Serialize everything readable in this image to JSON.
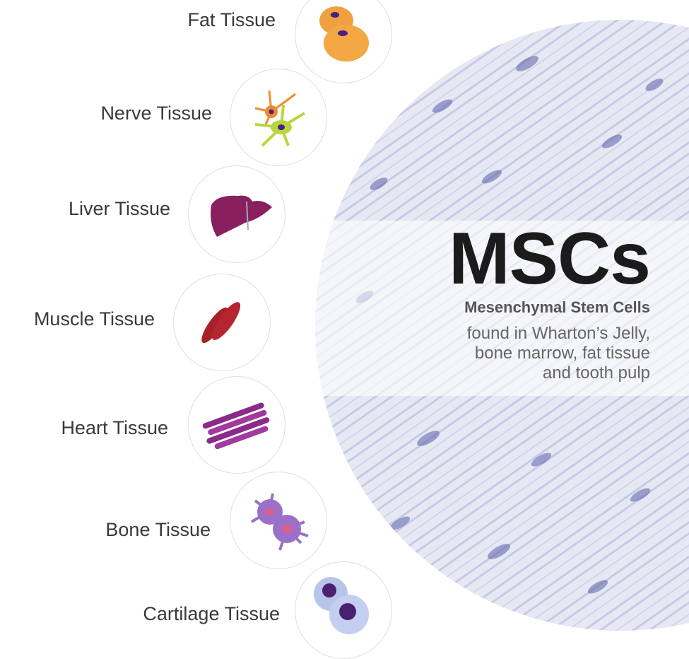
{
  "tissues": [
    {
      "label": "Fat Tissue",
      "icon": "fat-cell-icon"
    },
    {
      "label": "Nerve Tissue",
      "icon": "neuron-icon"
    },
    {
      "label": "Liver Tissue",
      "icon": "liver-icon"
    },
    {
      "label": "Muscle Tissue",
      "icon": "muscle-icon"
    },
    {
      "label": "Heart Tissue",
      "icon": "heart-muscle-icon"
    },
    {
      "label": "Bone Tissue",
      "icon": "bone-cell-icon"
    },
    {
      "label": "Cartilage Tissue",
      "icon": "cartilage-cell-icon"
    }
  ],
  "main": {
    "title": "MSCs",
    "subtitle": "Mesenchymal Stem Cells",
    "description": [
      "found in Wharton’s Jelly,",
      "bone marrow, fat tissue",
      "and tooth pulp"
    ]
  },
  "colors": {
    "fat": "#f0a040",
    "nerve_orange": "#f08a30",
    "nerve_green": "#b8d640",
    "liver": "#8a1f5e",
    "muscle": "#a8202a",
    "heart": "#8a2a8a",
    "bone": "#9a70c8",
    "cartilage": "#b8c4e8",
    "nucleus": "#4a2080"
  }
}
